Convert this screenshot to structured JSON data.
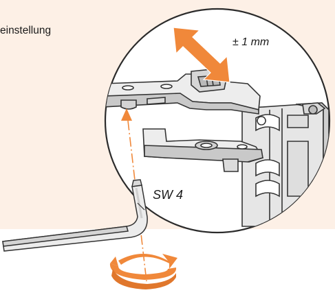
{
  "heading": "einstellung",
  "labels": {
    "tolerance": "± 1 mm",
    "wrench_size": "SW 4"
  },
  "colors": {
    "panel_background": "#fdf0e6",
    "accent_orange": "#f0883a",
    "line_dark": "#333333",
    "metal_light": "#e6e6e6",
    "metal_mid": "#c9c9c9"
  },
  "icons": {
    "adjust_arrow": "double-arrow-icon",
    "guide_arrow": "arrow-up-icon",
    "rotate": "rotate-icon"
  }
}
